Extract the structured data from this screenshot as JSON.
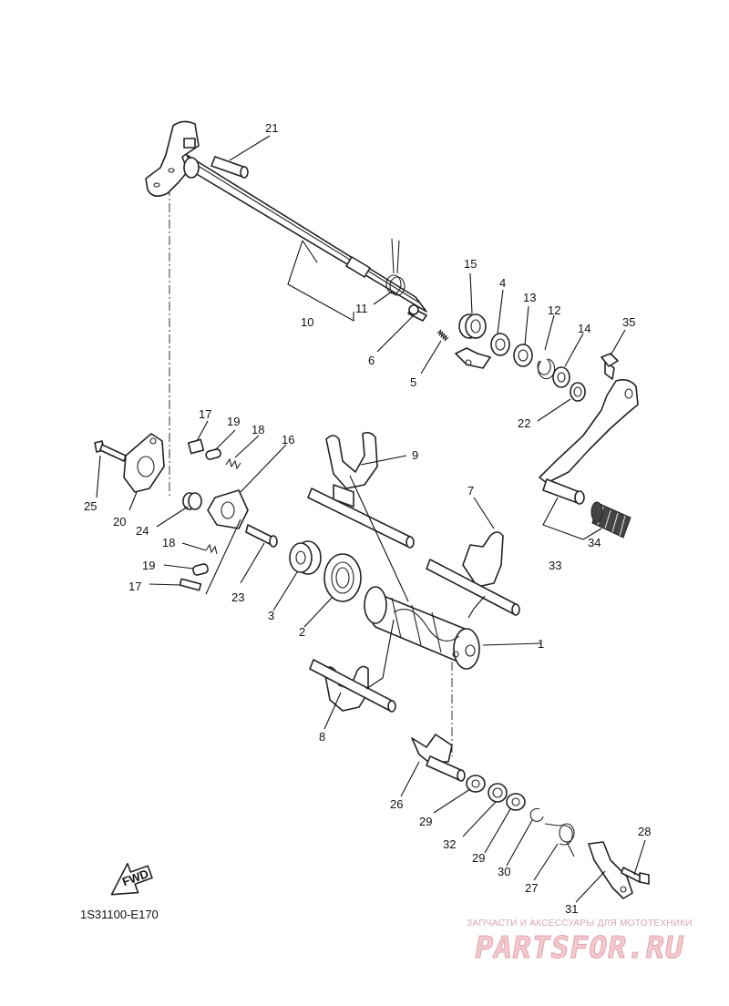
{
  "diagram": {
    "figure_code": "1S31100-E170",
    "fwd_arrow_label": "FWD",
    "callouts": [
      {
        "id": "c1",
        "label": "1"
      },
      {
        "id": "c2",
        "label": "2"
      },
      {
        "id": "c3",
        "label": "3"
      },
      {
        "id": "c4",
        "label": "4"
      },
      {
        "id": "c5",
        "label": "5"
      },
      {
        "id": "c6",
        "label": "6"
      },
      {
        "id": "c7",
        "label": "7"
      },
      {
        "id": "c8",
        "label": "8"
      },
      {
        "id": "c9",
        "label": "9"
      },
      {
        "id": "c10",
        "label": "10"
      },
      {
        "id": "c11",
        "label": "11"
      },
      {
        "id": "c12",
        "label": "12"
      },
      {
        "id": "c13",
        "label": "13"
      },
      {
        "id": "c14",
        "label": "14"
      },
      {
        "id": "c15",
        "label": "15"
      },
      {
        "id": "c16",
        "label": "16"
      },
      {
        "id": "c17a",
        "label": "17"
      },
      {
        "id": "c17b",
        "label": "17"
      },
      {
        "id": "c18a",
        "label": "18"
      },
      {
        "id": "c18b",
        "label": "18"
      },
      {
        "id": "c19a",
        "label": "19"
      },
      {
        "id": "c19b",
        "label": "19"
      },
      {
        "id": "c20",
        "label": "20"
      },
      {
        "id": "c21",
        "label": "21"
      },
      {
        "id": "c22",
        "label": "22"
      },
      {
        "id": "c23",
        "label": "23"
      },
      {
        "id": "c24",
        "label": "24"
      },
      {
        "id": "c25",
        "label": "25"
      },
      {
        "id": "c26",
        "label": "26"
      },
      {
        "id": "c27",
        "label": "27"
      },
      {
        "id": "c28",
        "label": "28"
      },
      {
        "id": "c29a",
        "label": "29"
      },
      {
        "id": "c29b",
        "label": "29"
      },
      {
        "id": "c30",
        "label": "30"
      },
      {
        "id": "c31",
        "label": "31"
      },
      {
        "id": "c32",
        "label": "32"
      },
      {
        "id": "c33",
        "label": "33"
      },
      {
        "id": "c34",
        "label": "34"
      },
      {
        "id": "c35",
        "label": "35"
      }
    ]
  },
  "watermark": {
    "tagline": "ЗАПЧАСТИ И АКСЕССУАРЫ ДЛЯ МОТОТЕХНИКИ",
    "brand": "PARTSFOR.RU"
  }
}
